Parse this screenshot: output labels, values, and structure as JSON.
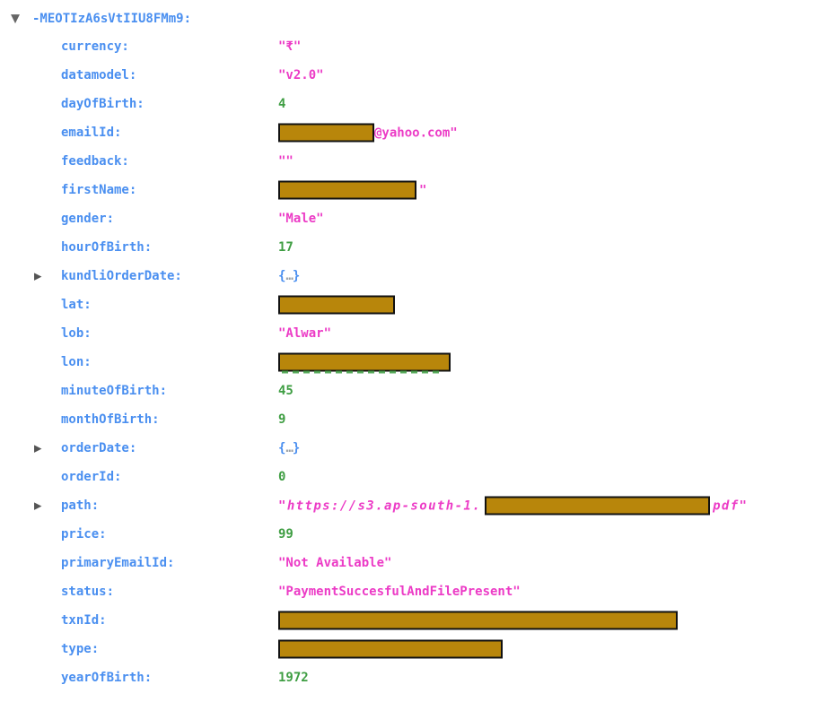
{
  "app": "realtime-database-tree-view",
  "colors": {
    "key_blue": "#4a8ff0",
    "string_pink": "#ec3bc6",
    "number_green": "#3f9e43",
    "redaction_fill": "#b8860b",
    "redaction_border": "#111111",
    "arrow_gray": "#5f6368",
    "object_dots_gray": "#9aa0a6",
    "background": "#ffffff"
  },
  "icons": {
    "expanded_arrow": "▼",
    "collapsed_arrow": "▶"
  },
  "object_placeholder": {
    "open": "{",
    "dots": "…",
    "close": "}"
  },
  "tree": {
    "root": {
      "key": "-MEOTIzA6sVtIIU8FMm9:"
    },
    "rows": [
      {
        "key": "currency:",
        "value": "\"₹\"",
        "type": "string"
      },
      {
        "key": "datamodel:",
        "value": "\"v2.0\"",
        "type": "string"
      },
      {
        "key": "dayOfBirth:",
        "value": "4",
        "type": "number"
      },
      {
        "key": "emailId:",
        "value_suffix": "@yahoo.com\"",
        "type": "string",
        "redacted": true
      },
      {
        "key": "feedback:",
        "value": "\"\"",
        "type": "string"
      },
      {
        "key": "firstName:",
        "value_suffix": "\"",
        "type": "string",
        "redacted": true
      },
      {
        "key": "gender:",
        "value": "\"Male\"",
        "type": "string"
      },
      {
        "key": "hourOfBirth:",
        "value": "17",
        "type": "number"
      },
      {
        "key": "kundliOrderDate:",
        "type": "object",
        "collapsed": true
      },
      {
        "key": "lat:",
        "type": "redacted"
      },
      {
        "key": "lob:",
        "value": "\"Alwar\"",
        "type": "string"
      },
      {
        "key": "lon:",
        "type": "redacted"
      },
      {
        "key": "minuteOfBirth:",
        "value": "45",
        "type": "number"
      },
      {
        "key": "monthOfBirth:",
        "value": "9",
        "type": "number"
      },
      {
        "key": "orderDate:",
        "type": "object",
        "collapsed": true
      },
      {
        "key": "orderId:",
        "value": "0",
        "type": "number"
      },
      {
        "key": "path:",
        "value_prefix": "\"https://s3.ap-south-1.",
        "value_suffix": "pdf\"",
        "type": "string",
        "redacted": true,
        "collapsed": true
      },
      {
        "key": "price:",
        "value": "99",
        "type": "number"
      },
      {
        "key": "primaryEmailId:",
        "value": "\"Not Available\"",
        "type": "string"
      },
      {
        "key": "status:",
        "value": "\"PaymentSuccesfulAndFilePresent\"",
        "type": "string"
      },
      {
        "key": "txnId:",
        "type": "redacted"
      },
      {
        "key": "type:",
        "type": "redacted"
      },
      {
        "key": "yearOfBirth:",
        "value": "1972",
        "type": "number"
      }
    ]
  }
}
